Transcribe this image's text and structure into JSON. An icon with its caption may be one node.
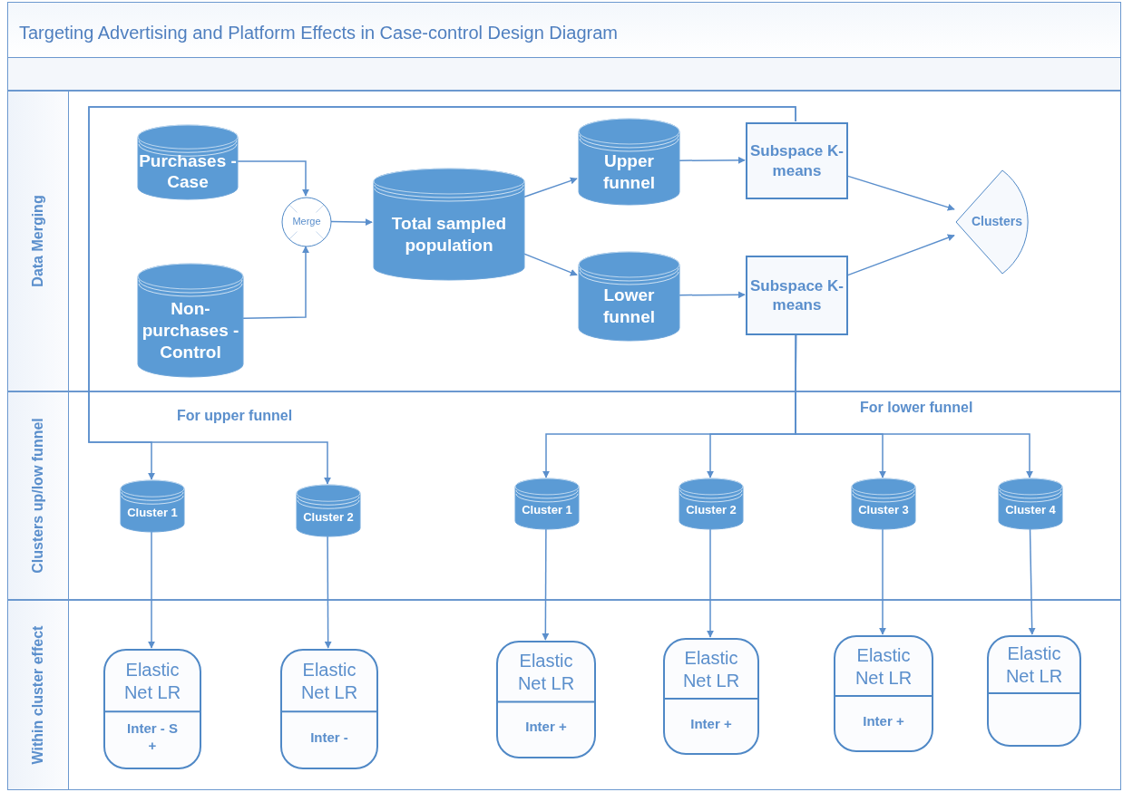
{
  "diagram": {
    "title": "Targeting Advertising and Platform Effects in Case-control Design Diagram",
    "nodes": [
      {
        "text": [
          "Data Merging"
        ]
      },
      {
        "text": [
          "Clusters up/low funnel"
        ]
      },
      {
        "text": [
          "Within cluster effect"
        ]
      },
      {
        "text": [
          "Purchases - Case"
        ],
        "in": 0
      },
      {
        "text": [
          "Non-purchases - Control"
        ],
        "in": 0
      },
      {
        "text": [
          "Merge"
        ],
        "in": 0
      },
      {
        "text": [
          "Total sampled population"
        ],
        "in": 0
      },
      {
        "text": [
          "Upper funnel"
        ],
        "in": 0
      },
      {
        "text": [
          "Lower funnel"
        ],
        "in": 0
      },
      {
        "text": [
          "Subspace K-means"
        ],
        "in": 0
      },
      {
        "text": [
          "Subspace K-means"
        ],
        "in": 0
      },
      {
        "text": [
          "Clusters"
        ],
        "in": 0
      },
      {
        "text": [
          "Cluster 1"
        ],
        "in": 1
      },
      {
        "text": [
          "Cluster 2"
        ],
        "in": 1
      },
      {
        "text": [
          "Cluster 1"
        ],
        "in": 1
      },
      {
        "text": [
          "Cluster 2"
        ],
        "in": 1
      },
      {
        "text": [
          "Cluster 3"
        ],
        "in": 1
      },
      {
        "text": [
          "Cluster 4"
        ],
        "in": 1
      },
      {
        "text": [
          "Elastic Net LR",
          "Inter - S +"
        ],
        "in": 2
      },
      {
        "text": [
          "Elastic Net LR",
          "Inter -"
        ],
        "in": 2
      },
      {
        "text": [
          "Elastic Net LR",
          "Inter +"
        ],
        "in": 2
      },
      {
        "text": [
          "Elastic Net LR",
          "Inter +"
        ],
        "in": 2
      },
      {
        "text": [
          "Elastic Net LR",
          "Inter +"
        ],
        "in": 2
      },
      {
        "text": [
          "Elastic Net LR"
        ],
        "in": 2
      }
    ],
    "edges": [
      {
        "from": 3,
        "to": 5,
        "arrow": "to"
      },
      {
        "from": 4,
        "to": 5,
        "arrow": "to"
      },
      {
        "from": 5,
        "to": 6,
        "arrow": "to"
      },
      {
        "from": 6,
        "to": 7,
        "arrow": "to"
      },
      {
        "from": 6,
        "to": 8,
        "arrow": "to"
      },
      {
        "from": 7,
        "to": 9,
        "arrow": "to"
      },
      {
        "from": 8,
        "to": 10,
        "arrow": "to"
      },
      {
        "from": 9,
        "to": 11,
        "arrow": "to"
      },
      {
        "from": 10,
        "to": 11,
        "arrow": "to"
      },
      {
        "from": 9,
        "to": 12,
        "arrow": "to"
      },
      {
        "from": 9,
        "to": 13,
        "arrow": "to"
      },
      {
        "from": 10,
        "to": 14,
        "arrow": "to"
      },
      {
        "from": 10,
        "to": 15,
        "arrow": "to"
      },
      {
        "from": 10,
        "to": 16,
        "arrow": "to"
      },
      {
        "from": 10,
        "to": 17,
        "arrow": "to"
      },
      {
        "from": 12,
        "to": 18,
        "arrow": "to"
      },
      {
        "from": 13,
        "to": 19,
        "arrow": "to"
      },
      {
        "from": 14,
        "to": 20,
        "arrow": "to"
      },
      {
        "from": 15,
        "to": 21,
        "arrow": "to"
      },
      {
        "from": 16,
        "to": 22,
        "arrow": "to"
      },
      {
        "from": 17,
        "to": 23,
        "arrow": "to"
      }
    ],
    "labels": [
      "For upper funnel",
      "For lower funnel"
    ]
  }
}
